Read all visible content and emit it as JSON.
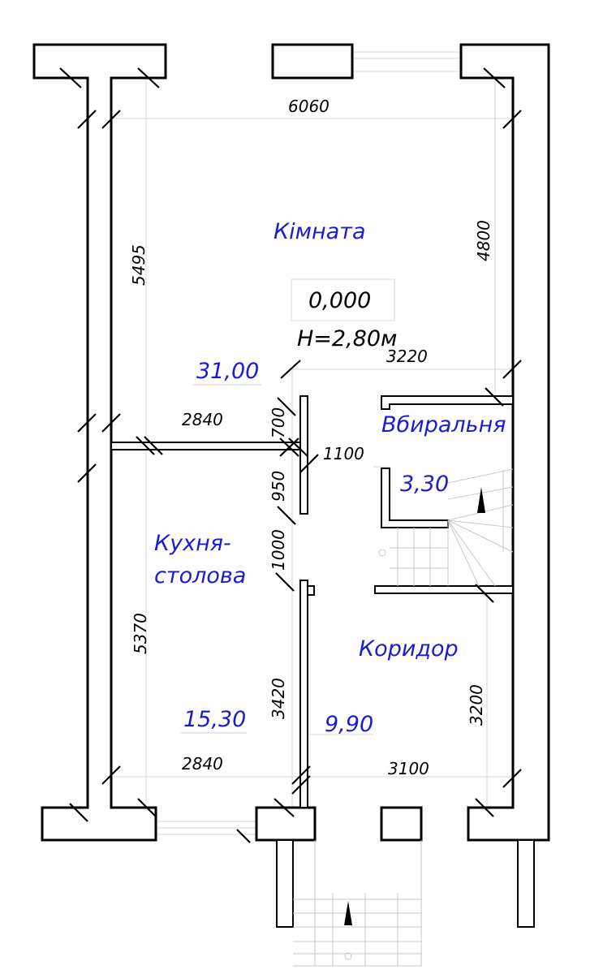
{
  "rooms": {
    "kimnata": {
      "name": "Кімната",
      "area": "31,00"
    },
    "vbyralnia": {
      "name": "Вбиральня",
      "area": "3,30"
    },
    "kukhnia": {
      "name_line1": "Кухня-",
      "name_line2": "столова",
      "area": "15,30"
    },
    "korydor": {
      "name": "Коридор",
      "area": "9,90"
    }
  },
  "level": {
    "mark": "0,000",
    "height": "H=2,80м"
  },
  "dimensions": {
    "top_width": "6060",
    "left_upper": "5495",
    "right_upper": "4800",
    "partition_top": "3220",
    "kitchen_top": "2840",
    "door_opening": "700",
    "wc_width": "1100",
    "wall_segment": "950",
    "kitchen_door": "1000",
    "left_lower": "5370",
    "corridor_wall": "3420",
    "right_lower": "3200",
    "kitchen_bottom": "2840",
    "corridor_bottom": "3100"
  }
}
